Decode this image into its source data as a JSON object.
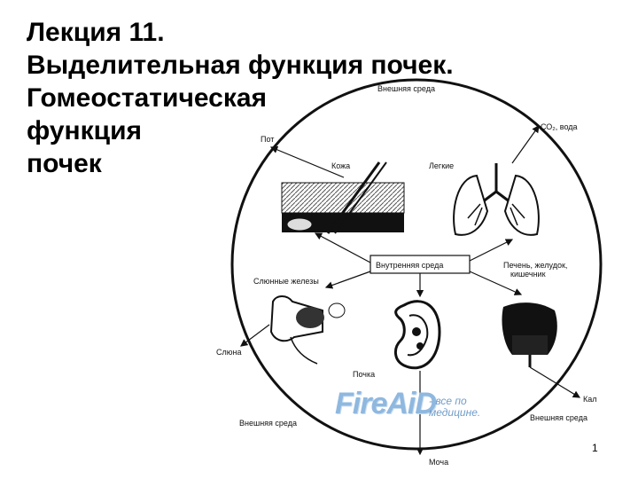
{
  "slide": {
    "title_lines": [
      "Лекция 11.",
      "Выделительная функция почек.",
      "Гомеостатическая",
      "функция",
      "почек"
    ],
    "page_number": "1"
  },
  "diagram": {
    "external_top": "Внешняя среда",
    "co2_water": "СО₂, вода",
    "sweat": "Пот",
    "skin": "Кожа",
    "lungs": "Легкие",
    "internal_env": "Внутренняя среда",
    "salivary": "Слюнные железы",
    "liver_gut": [
      "Печень, желудок,",
      "кишечник"
    ],
    "saliva": "Слюна",
    "kidney": "Почка",
    "feces": "Кал",
    "external_left": "Внешняя среда",
    "external_right": "Внешняя среда",
    "urine": "Моча"
  },
  "watermark": {
    "brand": "FireAiD",
    "tagline": "- все по медицине."
  },
  "colors": {
    "watermark": "#8fb8df",
    "text": "#000000"
  }
}
